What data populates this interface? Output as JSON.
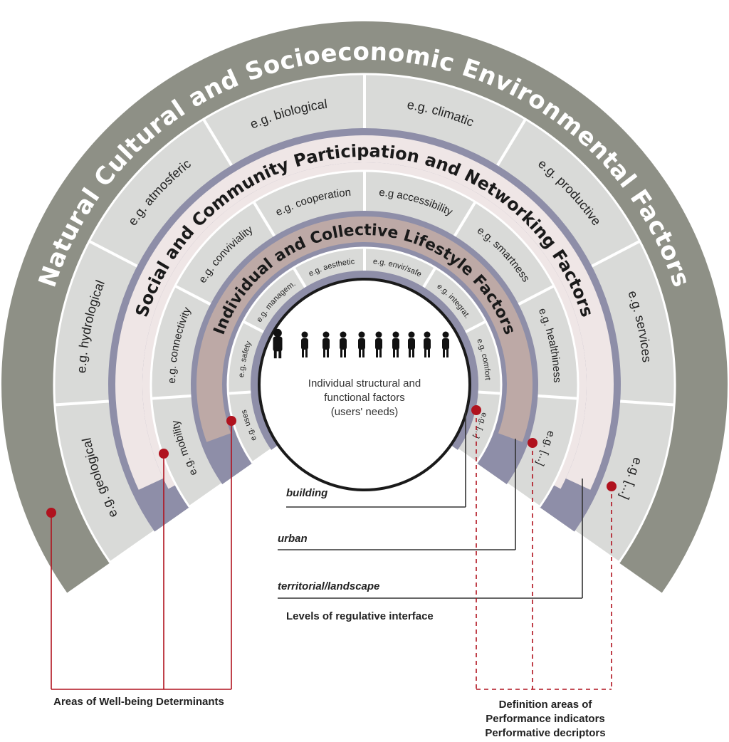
{
  "rings": {
    "outer": {
      "title": "Natural Cultural and Socioeconomic Environmental Factors",
      "segments": [
        "e.g. geological",
        "e.g. hydrological",
        "e.g. atmosferic",
        "e.g. biological",
        "e.g. climatic",
        "e.g. productive",
        "e.g. services",
        "e.g. [...]"
      ]
    },
    "social": {
      "title": "Social and Community Participation and Networking Factors",
      "segments": [
        "e.g. mobility",
        "e.g. connectivity",
        "e.g. conviviality",
        "e.g. cooperation",
        "e.g accessibility",
        "e.g. smartness",
        "e.g. healthiness",
        "e.g. [...]"
      ]
    },
    "individual": {
      "title": "Individual and Collective Lifestyle Factors",
      "segments": [
        "e.g. uses",
        "e.g. safety",
        "e.g. managem.",
        "e.g. aesthetic",
        "e.g. envir/safe",
        "e.g. integrat.",
        "e.g. comfort",
        "e.g. [...]"
      ]
    }
  },
  "center": {
    "lines": [
      "Individual structural and",
      "functional factors",
      "(users' needs)"
    ]
  },
  "levels": {
    "building": "building",
    "urban": "urban",
    "territorial": "territorial/landscape",
    "caption": "Levels of regulative interface"
  },
  "legend": {
    "determinants": "Areas of Well-being Determinants",
    "definition_lines": [
      "Definition areas of",
      "Performance indicators",
      "Performative decriptors"
    ]
  },
  "colors": {
    "outer_band": "#8e9086",
    "segment_fill": "#d9dad8",
    "social_band": "#8e8ea8",
    "social_fill": "#efe6e6",
    "individual_fill": "#bda9a6",
    "marker": "#b0121e",
    "leader": "#333333"
  }
}
